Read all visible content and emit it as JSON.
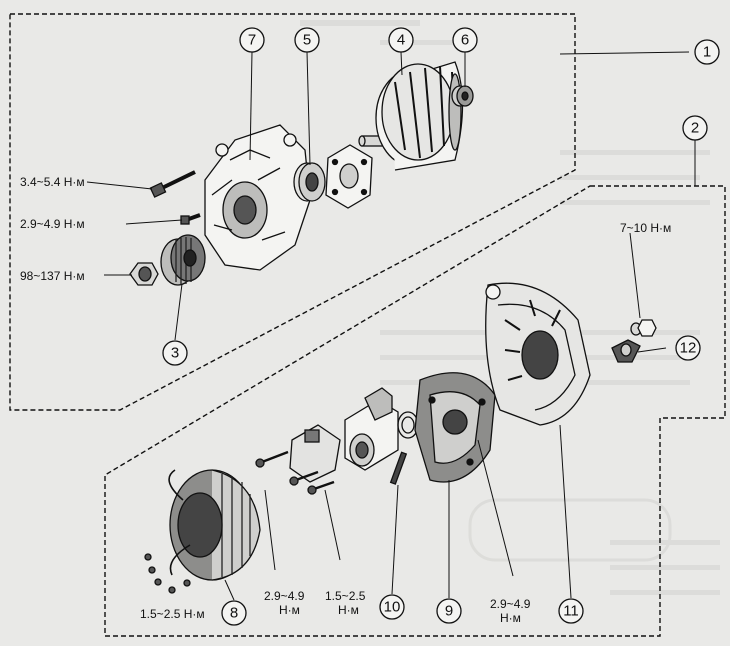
{
  "colors": {
    "paper": "#e9e9e7",
    "ink": "#111111",
    "ghost": "#c9c9c6"
  },
  "callouts": [
    "1",
    "2",
    "3",
    "4",
    "5",
    "6",
    "7",
    "8",
    "9",
    "10",
    "11",
    "12"
  ],
  "torques": {
    "bolt_long": "3.4~5.4 Н·м",
    "bolt_short": "2.9~4.9 Н·м",
    "pulley_nut": "98~137 Н·м",
    "terminal_nut": "7~10 Н·м",
    "stator_screws": "1.5~2.5 Н·м",
    "brush_screw_a": "2.9~4.9",
    "brush_screw_b": "1.5~2.5",
    "rectifier_screws": "2.9~4.9",
    "unit": "Н·м"
  }
}
